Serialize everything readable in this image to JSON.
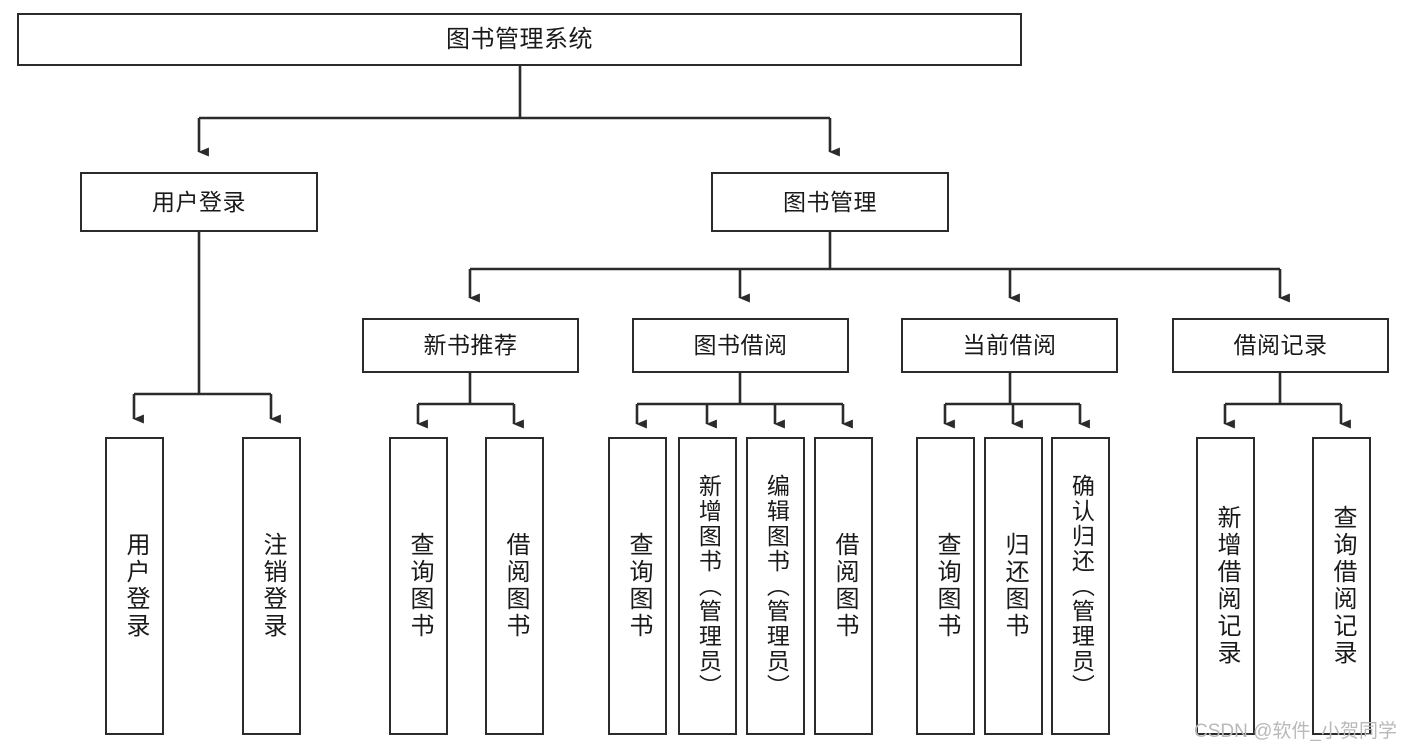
{
  "diagram": {
    "title": "图书管理系统",
    "type": "hierarchy-tree",
    "stroke_color": "#2b2b2b",
    "fill_color": "#ffffff",
    "text_color": "#1a1a1a",
    "levels": 4
  },
  "nodes": {
    "root": {
      "label": "图书管理系统"
    },
    "level2": [
      {
        "label": "用户登录"
      },
      {
        "label": "图书管理"
      }
    ],
    "level3": [
      {
        "label": "新书推荐"
      },
      {
        "label": "图书借阅"
      },
      {
        "label": "当前借阅"
      },
      {
        "label": "借阅记录"
      }
    ],
    "leaves": {
      "user_login": [
        {
          "label": "用户登录"
        },
        {
          "label": "注销登录"
        }
      ],
      "new_book_recommend": [
        {
          "label": "查询图书"
        },
        {
          "label": "借阅图书"
        }
      ],
      "book_borrow": [
        {
          "label": "查询图书"
        },
        {
          "label": "新增图书（管理员）"
        },
        {
          "label": "编辑图书（管理员）"
        },
        {
          "label": "借阅图书"
        }
      ],
      "current_borrow": [
        {
          "label": "查询图书"
        },
        {
          "label": "归还图书"
        },
        {
          "label": "确认归还（管理员）"
        }
      ],
      "borrow_record": [
        {
          "label": "新增借阅记录"
        },
        {
          "label": "查询借阅记录"
        }
      ]
    }
  },
  "watermark": {
    "text": "CSDN @软件_小贺同学"
  }
}
